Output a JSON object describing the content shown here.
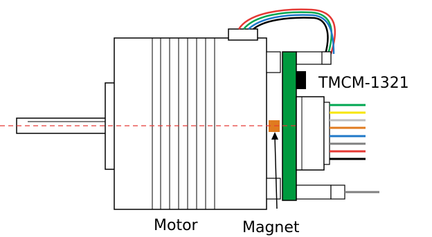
{
  "labels": {
    "motor": "Motor",
    "magnet": "Magnet",
    "module": "TMCM-1321"
  },
  "colors": {
    "board": "#009a3e",
    "magnet": "#e07b1f",
    "axis_line": "#e53935",
    "outline": "#000000",
    "connector_wires": [
      "#00a651",
      "#f7e600",
      "#bdbdbd",
      "#e07b1f",
      "#1f78c8",
      "#808080",
      "#e53935",
      "#000000"
    ],
    "top_cable_wires": [
      "#e53935",
      "#00a651",
      "#1f78c8",
      "#000000"
    ]
  }
}
